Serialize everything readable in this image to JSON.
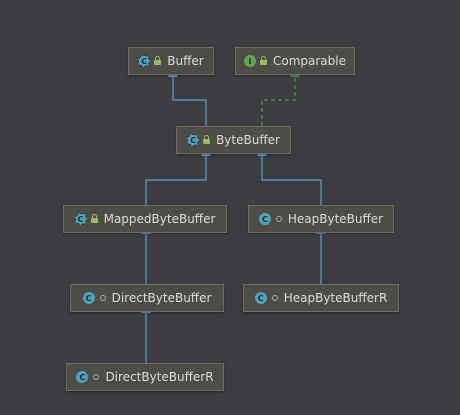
{
  "diagram": {
    "nodes": [
      {
        "id": "buffer",
        "label": "Buffer",
        "kind": "abstract",
        "badge": "C",
        "modifier": "open-lock"
      },
      {
        "id": "comparable",
        "label": "Comparable",
        "kind": "interface",
        "badge": "I",
        "modifier": "open-lock"
      },
      {
        "id": "bytebuffer",
        "label": "ByteBuffer",
        "kind": "abstract",
        "badge": "C",
        "modifier": "open-lock"
      },
      {
        "id": "mappedbytebuffer",
        "label": "MappedByteBuffer",
        "kind": "abstract",
        "badge": "C",
        "modifier": "open-lock"
      },
      {
        "id": "heapbytebuffer",
        "label": "HeapByteBuffer",
        "kind": "class",
        "badge": "C",
        "modifier": "package-private"
      },
      {
        "id": "directbytebuffer",
        "label": "DirectByteBuffer",
        "kind": "class",
        "badge": "C",
        "modifier": "package-private"
      },
      {
        "id": "heapbytebufferr",
        "label": "HeapByteBufferR",
        "kind": "class",
        "badge": "C",
        "modifier": "package-private"
      },
      {
        "id": "directbytebufferr",
        "label": "DirectByteBufferR",
        "kind": "class",
        "badge": "C",
        "modifier": "package-private"
      }
    ],
    "edges": [
      {
        "from": "bytebuffer",
        "to": "buffer",
        "type": "extends"
      },
      {
        "from": "bytebuffer",
        "to": "comparable",
        "type": "implements"
      },
      {
        "from": "mappedbytebuffer",
        "to": "bytebuffer",
        "type": "extends"
      },
      {
        "from": "heapbytebuffer",
        "to": "bytebuffer",
        "type": "extends"
      },
      {
        "from": "directbytebuffer",
        "to": "mappedbytebuffer",
        "type": "extends"
      },
      {
        "from": "heapbytebufferr",
        "to": "heapbytebuffer",
        "type": "extends"
      },
      {
        "from": "directbytebufferr",
        "to": "directbytebuffer",
        "type": "extends"
      }
    ],
    "colors": {
      "background": "#3b3d40",
      "extends_edge": "#5f9cdb",
      "implements_edge": "#4f9a48",
      "class_badge": "#4ea3b8",
      "interface_badge": "#67a34f"
    }
  }
}
